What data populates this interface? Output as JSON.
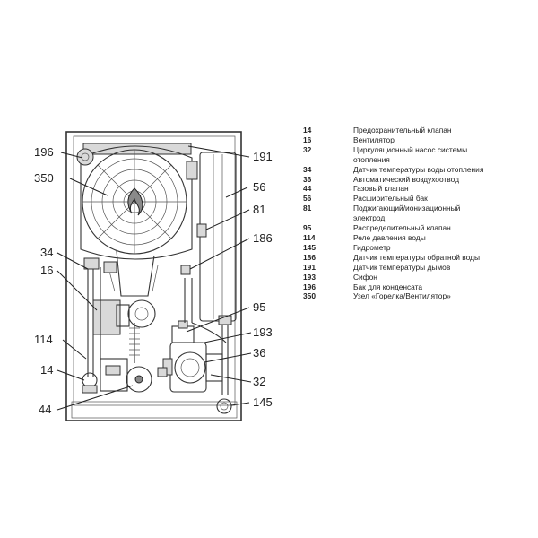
{
  "callouts": [
    {
      "id": "196",
      "text": "196"
    },
    {
      "id": "350",
      "text": "350"
    },
    {
      "id": "34",
      "text": "34"
    },
    {
      "id": "16",
      "text": "16"
    },
    {
      "id": "114",
      "text": "114"
    },
    {
      "id": "14",
      "text": "14"
    },
    {
      "id": "44",
      "text": "44"
    },
    {
      "id": "191",
      "text": "191"
    },
    {
      "id": "56",
      "text": "56"
    },
    {
      "id": "81",
      "text": "81"
    },
    {
      "id": "186",
      "text": "186"
    },
    {
      "id": "95",
      "text": "95"
    },
    {
      "id": "193",
      "text": "193"
    },
    {
      "id": "36",
      "text": "36"
    },
    {
      "id": "32",
      "text": "32"
    },
    {
      "id": "145",
      "text": "145"
    }
  ],
  "legend": [
    {
      "number": "14",
      "label": "Предохранительный клапан"
    },
    {
      "number": "16",
      "label": "Вентилятор"
    },
    {
      "number": "32",
      "label": "Циркуляционный насос системы"
    },
    {
      "number": "",
      "label": "отопления"
    },
    {
      "number": "34",
      "label": "Датчик температуры воды отопления"
    },
    {
      "number": "36",
      "label": "Автоматический воздухоотвод"
    },
    {
      "number": "44",
      "label": "Газовый клапан"
    },
    {
      "number": "56",
      "label": "Расширительный бак"
    },
    {
      "number": "81",
      "label": "Поджигающий/ионизационный"
    },
    {
      "number": "",
      "label": "электрод"
    },
    {
      "number": "95",
      "label": "Распределительный клапан"
    },
    {
      "number": "114",
      "label": "Реле давления воды"
    },
    {
      "number": "145",
      "label": "Гидрометр"
    },
    {
      "number": "186",
      "label": "Датчик температуры обратной воды"
    },
    {
      "number": "191",
      "label": "Датчик температуры дымов"
    },
    {
      "number": "193",
      "label": "Сифон"
    },
    {
      "number": "196",
      "label": "Бак для конденсата"
    },
    {
      "number": "350",
      "label": "Узел «Горелка/Вентилятор»"
    }
  ],
  "colors": {
    "line": "#222222",
    "shade": "#d9d9d9",
    "background": "#ffffff"
  }
}
